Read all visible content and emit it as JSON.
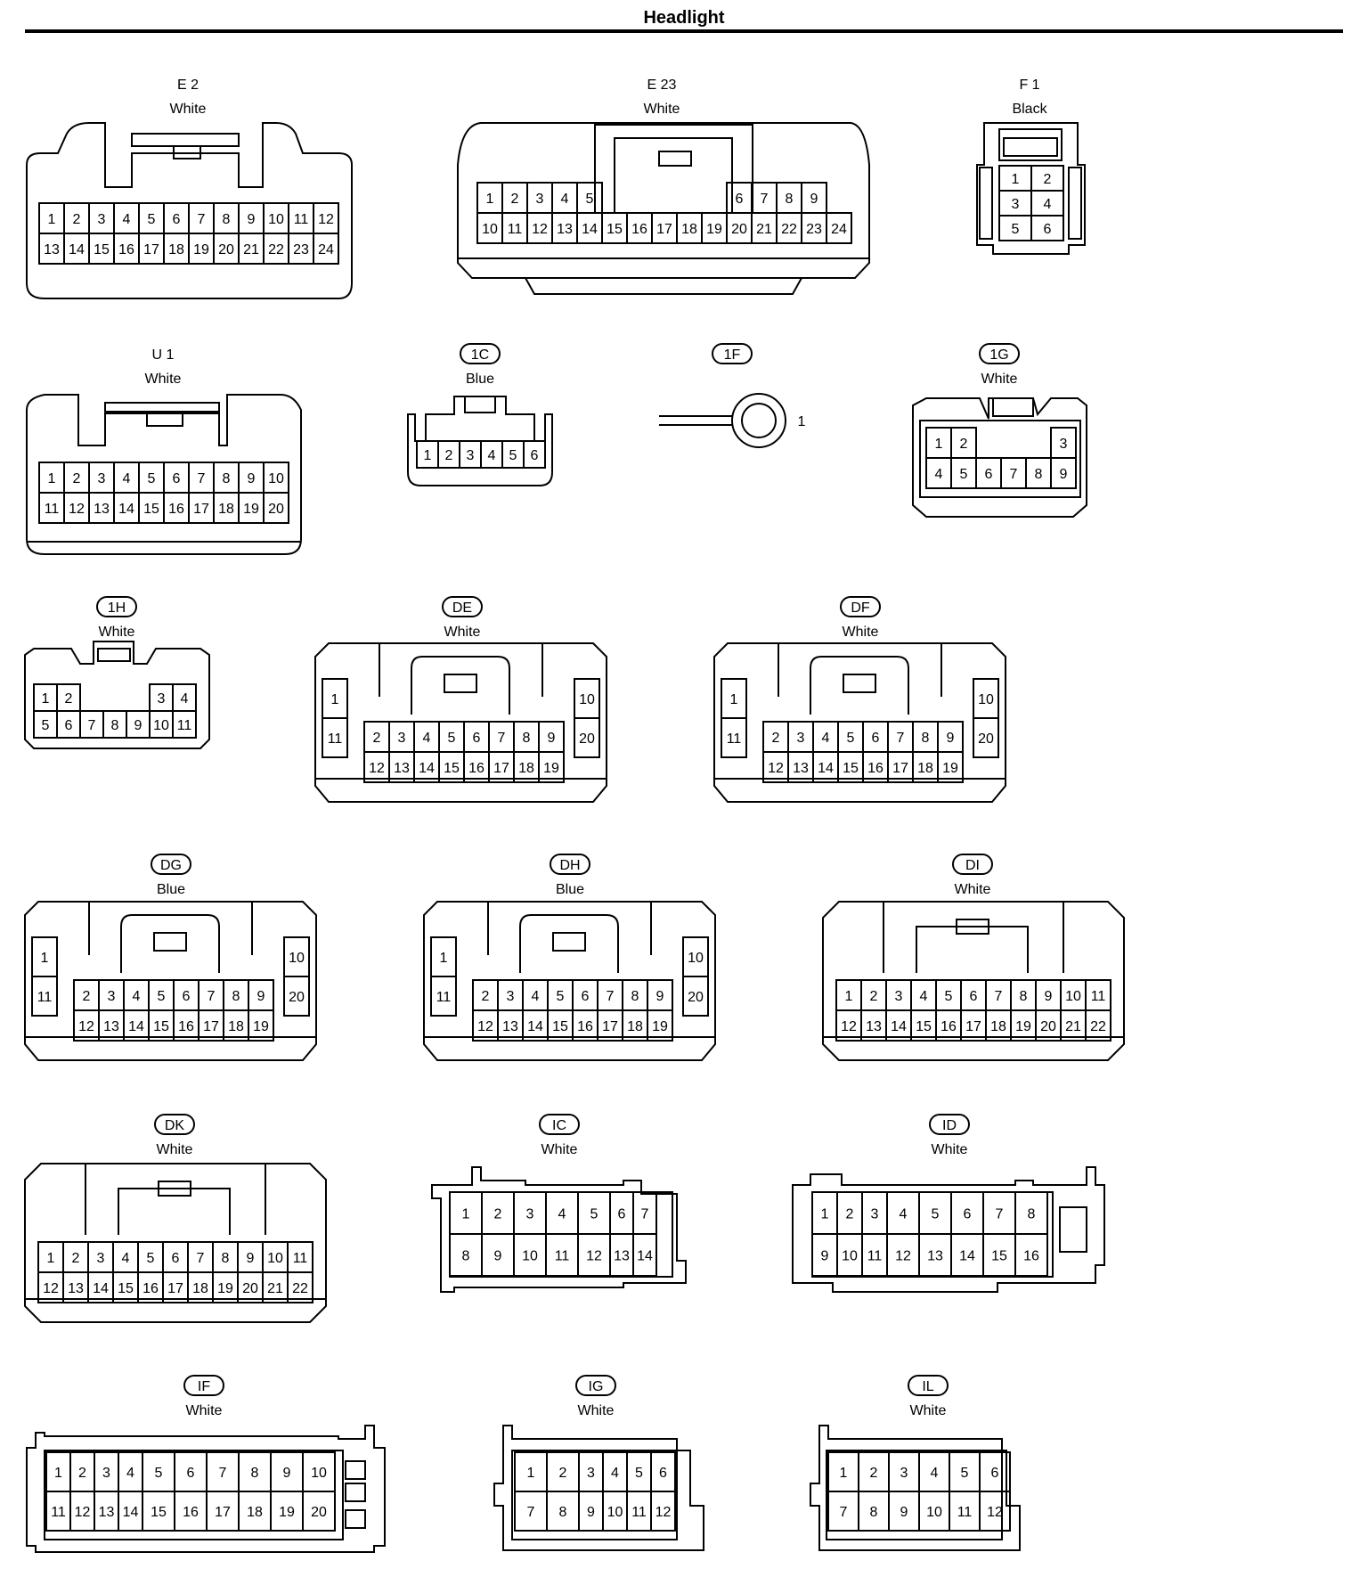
{
  "title": "Headlight",
  "connectors": [
    {
      "code": "E 2",
      "color": "White",
      "boxed": false,
      "rows": [
        [
          "1",
          "2",
          "3",
          "4",
          "5",
          "6",
          "7",
          "8",
          "9",
          "10",
          "11",
          "12"
        ],
        [
          "13",
          "14",
          "15",
          "16",
          "17",
          "18",
          "19",
          "20",
          "21",
          "22",
          "23",
          "24"
        ]
      ]
    },
    {
      "code": "E 23",
      "color": "White",
      "boxed": false,
      "rows": [
        [
          "1",
          "2",
          "3",
          "4",
          "5",
          "",
          "",
          "",
          "",
          "",
          "6",
          "7",
          "8",
          "9"
        ],
        [
          "10",
          "11",
          "12",
          "13",
          "14",
          "15",
          "16",
          "17",
          "18",
          "19",
          "20",
          "21",
          "22",
          "23",
          "24"
        ]
      ]
    },
    {
      "code": "F 1",
      "color": "Black",
      "boxed": false,
      "rows": [
        [
          "1",
          "2"
        ],
        [
          "3",
          "4"
        ],
        [
          "5",
          "6"
        ]
      ]
    },
    {
      "code": "U 1",
      "color": "White",
      "boxed": false,
      "rows": [
        [
          "1",
          "2",
          "3",
          "4",
          "5",
          "6",
          "7",
          "8",
          "9",
          "10"
        ],
        [
          "11",
          "12",
          "13",
          "14",
          "15",
          "16",
          "17",
          "18",
          "19",
          "20"
        ]
      ]
    },
    {
      "code": "1C",
      "color": "Blue",
      "boxed": true,
      "rows": [
        [
          "1",
          "2",
          "3",
          "4",
          "5",
          "6"
        ]
      ]
    },
    {
      "code": "1F",
      "color": "",
      "boxed": true,
      "rows": [
        [
          "1"
        ]
      ]
    },
    {
      "code": "1G",
      "color": "White",
      "boxed": true,
      "rows": [
        [
          "1",
          "2",
          "",
          "",
          "",
          "3"
        ],
        [
          "4",
          "5",
          "6",
          "7",
          "8",
          "9"
        ]
      ]
    },
    {
      "code": "1H",
      "color": "White",
      "boxed": true,
      "rows": [
        [
          "1",
          "2",
          "",
          "",
          "",
          "3",
          "4"
        ],
        [
          "5",
          "6",
          "7",
          "8",
          "9",
          "10",
          "11"
        ]
      ]
    },
    {
      "code": "DE",
      "color": "White",
      "boxed": true,
      "rows": [
        [
          "1",
          "11"
        ],
        [
          "2",
          "3",
          "4",
          "5",
          "6",
          "7",
          "8",
          "9"
        ],
        [
          "12",
          "13",
          "14",
          "15",
          "16",
          "17",
          "18",
          "19"
        ],
        [
          "10",
          "20"
        ]
      ]
    },
    {
      "code": "DF",
      "color": "White",
      "boxed": true,
      "rows": [
        [
          "1",
          "11"
        ],
        [
          "2",
          "3",
          "4",
          "5",
          "6",
          "7",
          "8",
          "9"
        ],
        [
          "12",
          "13",
          "14",
          "15",
          "16",
          "17",
          "18",
          "19"
        ],
        [
          "10",
          "20"
        ]
      ]
    },
    {
      "code": "DG",
      "color": "Blue",
      "boxed": true,
      "rows": [
        [
          "1",
          "11"
        ],
        [
          "2",
          "3",
          "4",
          "5",
          "6",
          "7",
          "8",
          "9"
        ],
        [
          "12",
          "13",
          "14",
          "15",
          "16",
          "17",
          "18",
          "19"
        ],
        [
          "10",
          "20"
        ]
      ]
    },
    {
      "code": "DH",
      "color": "Blue",
      "boxed": true,
      "rows": [
        [
          "1",
          "11"
        ],
        [
          "2",
          "3",
          "4",
          "5",
          "6",
          "7",
          "8",
          "9"
        ],
        [
          "12",
          "13",
          "14",
          "15",
          "16",
          "17",
          "18",
          "19"
        ],
        [
          "10",
          "20"
        ]
      ]
    },
    {
      "code": "DI",
      "color": "White",
      "boxed": true,
      "rows": [
        [
          "1",
          "2",
          "3",
          "4",
          "5",
          "6",
          "7",
          "8",
          "9",
          "10",
          "11"
        ],
        [
          "12",
          "13",
          "14",
          "15",
          "16",
          "17",
          "18",
          "19",
          "20",
          "21",
          "22"
        ]
      ]
    },
    {
      "code": "DK",
      "color": "White",
      "boxed": true,
      "rows": [
        [
          "1",
          "2",
          "3",
          "4",
          "5",
          "6",
          "7",
          "8",
          "9",
          "10",
          "11"
        ],
        [
          "12",
          "13",
          "14",
          "15",
          "16",
          "17",
          "18",
          "19",
          "20",
          "21",
          "22"
        ]
      ]
    },
    {
      "code": "IC",
      "color": "White",
      "boxed": true,
      "rows": [
        [
          "1",
          "2",
          "3",
          "4",
          "5",
          "6",
          "7"
        ],
        [
          "8",
          "9",
          "10",
          "11",
          "12",
          "13",
          "14"
        ]
      ]
    },
    {
      "code": "ID",
      "color": "White",
      "boxed": true,
      "rows": [
        [
          "1",
          "2",
          "3",
          "4",
          "5",
          "6",
          "7",
          "8"
        ],
        [
          "9",
          "10",
          "11",
          "12",
          "13",
          "14",
          "15",
          "16"
        ]
      ]
    },
    {
      "code": "IF",
      "color": "White",
      "boxed": true,
      "rows": [
        [
          "1",
          "2",
          "3",
          "4",
          "5",
          "6",
          "7",
          "8",
          "9",
          "10"
        ],
        [
          "11",
          "12",
          "13",
          "14",
          "15",
          "16",
          "17",
          "18",
          "19",
          "20"
        ]
      ]
    },
    {
      "code": "IG",
      "color": "White",
      "boxed": true,
      "rows": [
        [
          "1",
          "2",
          "3",
          "4",
          "5",
          "6"
        ],
        [
          "7",
          "8",
          "9",
          "10",
          "11",
          "12"
        ]
      ]
    },
    {
      "code": "IL",
      "color": "White",
      "boxed": true,
      "rows": [
        [
          "1",
          "2",
          "3",
          "4",
          "5",
          "6"
        ],
        [
          "7",
          "8",
          "9",
          "10",
          "11",
          "12"
        ]
      ]
    }
  ]
}
